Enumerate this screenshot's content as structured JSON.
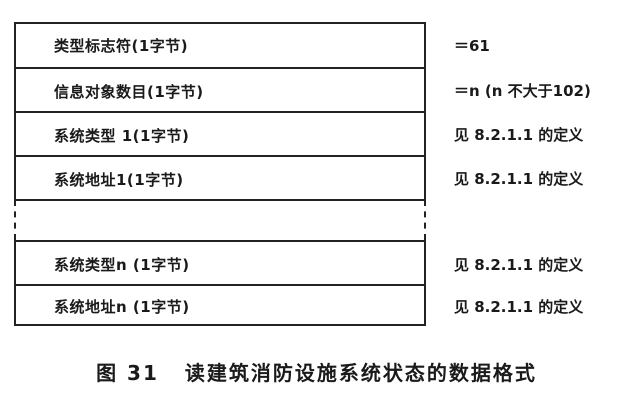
{
  "rows": [
    {
      "label": "类型标志符(1字节)",
      "note": "＝61"
    },
    {
      "label": "信息对象数目(1字节)",
      "note": "＝n (n 不大于102)"
    },
    {
      "label": "系统类型 1(1字节)",
      "note": "见 8.2.1.1 的定义"
    },
    {
      "label": "系统地址1(1字节)",
      "note": "见 8.2.1.1 的定义"
    },
    {
      "label": "系统类型n (1字节)",
      "note": "见 8.2.1.1 的定义"
    },
    {
      "label": "系统地址n (1字节)",
      "note": "见 8.2.1.1 的定义"
    }
  ],
  "caption": {
    "number": "图 31",
    "title": "读建筑消防设施系统状态的数据格式"
  }
}
